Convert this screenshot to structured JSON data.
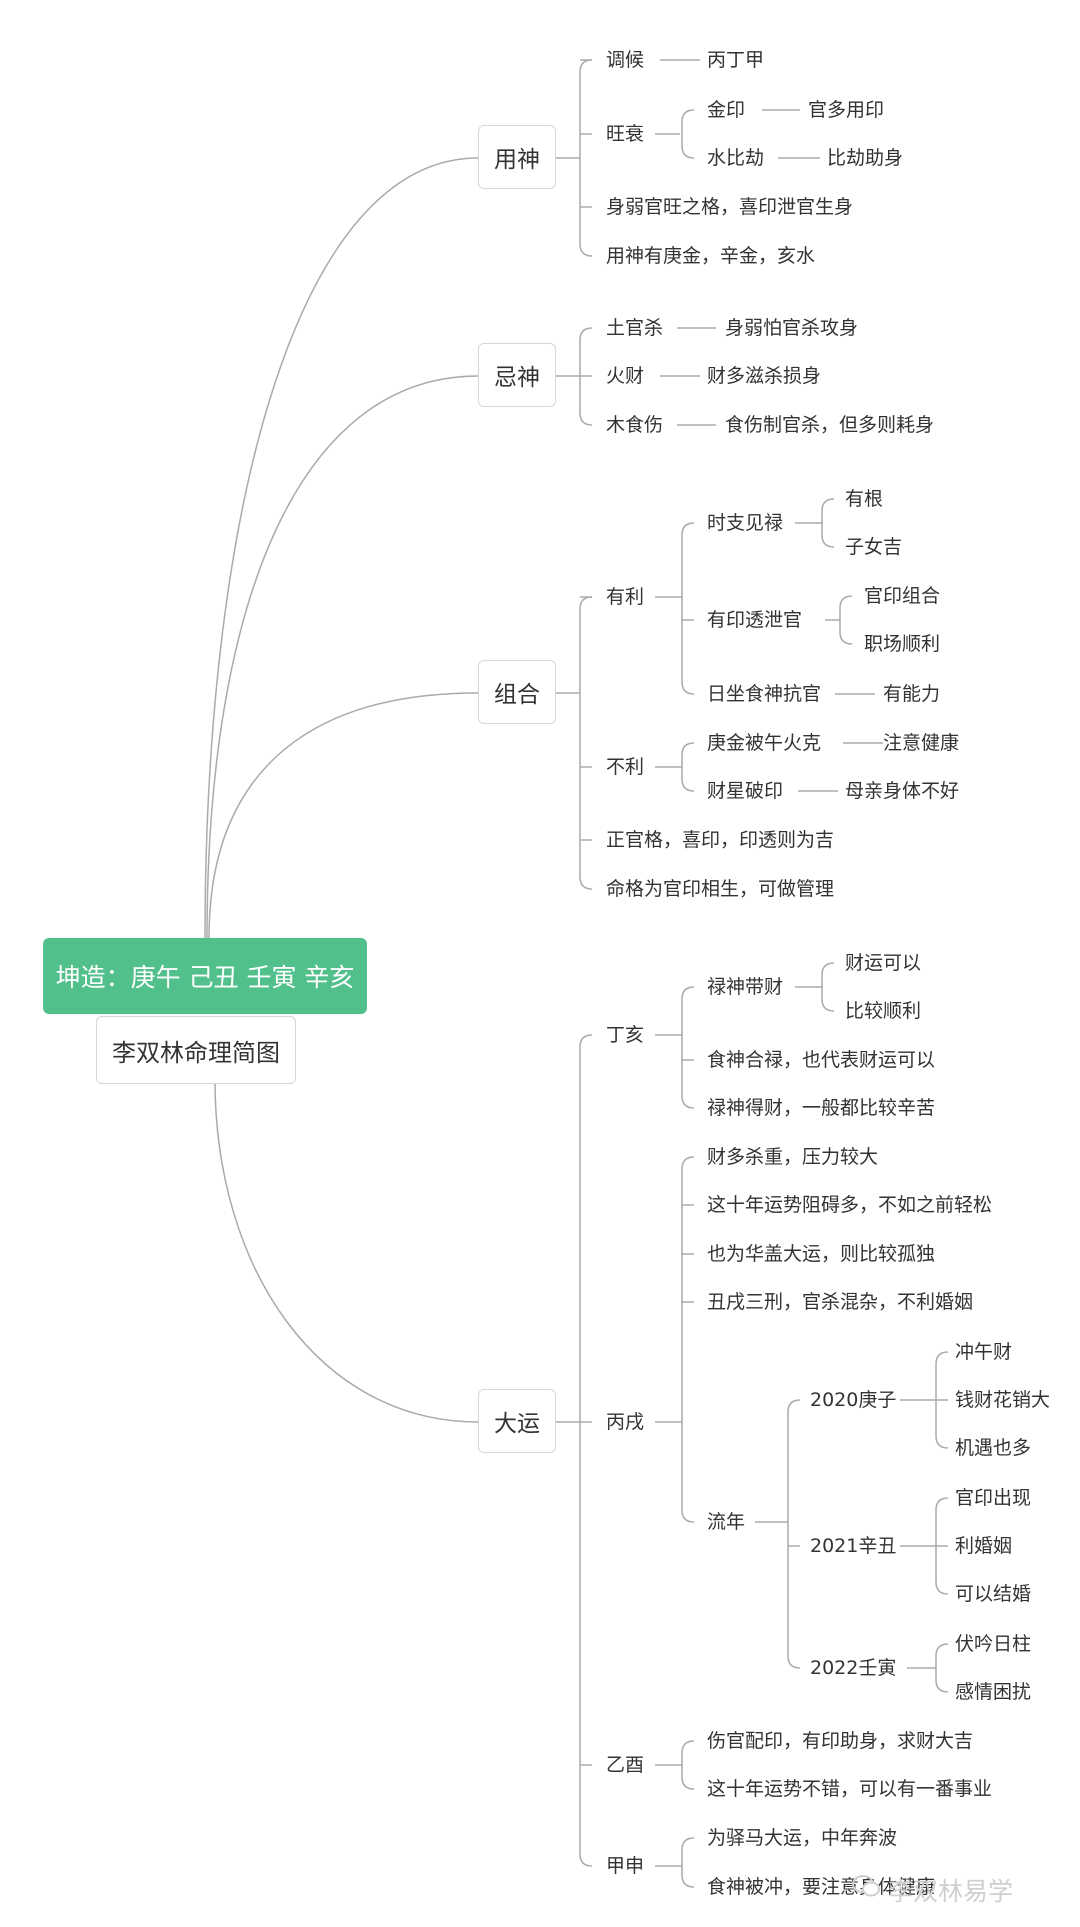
{
  "root": {
    "title": "坤造：庚午 己丑 壬寅 辛亥",
    "subtitle": "李双林命理简图"
  },
  "branches": {
    "yongshen": {
      "label": "用神",
      "items": {
        "tiaohou": {
          "label": "调候",
          "value": "丙丁甲"
        },
        "wangshuai": {
          "label": "旺衰",
          "jinyin": {
            "label": "金印",
            "value": "官多用印"
          },
          "shuibijie": {
            "label": "水比劫",
            "value": "比劫助身"
          }
        },
        "note1": "身弱官旺之格，喜印泄官生身",
        "note2": "用神有庚金，辛金，亥水"
      }
    },
    "jishen": {
      "label": "忌神",
      "items": {
        "tuguansha": {
          "label": "土官杀",
          "value": "身弱怕官杀攻身"
        },
        "huocai": {
          "label": "火财",
          "value": "财多滋杀损身"
        },
        "mushishang": {
          "label": "木食伤",
          "value": "食伤制官杀，但多则耗身"
        }
      }
    },
    "zuhe": {
      "label": "组合",
      "youli": {
        "label": "有利",
        "shizhi": {
          "label": "时支见禄",
          "a": "有根",
          "b": "子女吉"
        },
        "youyin": {
          "label": "有印透泄官",
          "a": "官印组合",
          "b": "职场顺利"
        },
        "rizuo": {
          "label": "日坐食神抗官",
          "value": "有能力"
        }
      },
      "buli": {
        "label": "不利",
        "gengjin": {
          "label": "庚金被午火克",
          "value": "注意健康"
        },
        "caixing": {
          "label": "财星破印",
          "value": "母亲身体不好"
        }
      },
      "note1": "正官格，喜印，印透则为吉",
      "note2": "命格为官印相生，可做管理"
    },
    "dayun": {
      "label": "大运",
      "dinghai": {
        "label": "丁亥",
        "lushen": {
          "label": "禄神带财",
          "a": "财运可以",
          "b": "比较顺利"
        },
        "note1": "食神合禄，也代表财运可以",
        "note2": "禄神得财，一般都比较辛苦"
      },
      "bingxu": {
        "label": "丙戌",
        "note1": "财多杀重，压力较大",
        "note2": "这十年运势阻碍多，不如之前轻松",
        "note3": "也为华盖大运，则比较孤独",
        "note4": "丑戌三刑，官杀混杂，不利婚姻",
        "liunian": {
          "label": "流年",
          "y2020": {
            "label": "2020庚子",
            "a": "冲午财",
            "b": "钱财花销大",
            "c": "机遇也多"
          },
          "y2021": {
            "label": "2021辛丑",
            "a": "官印出现",
            "b": "利婚姻",
            "c": "可以结婚"
          },
          "y2022": {
            "label": "2022壬寅",
            "a": "伏吟日柱",
            "b": "感情困扰"
          }
        }
      },
      "yiyou": {
        "label": "乙酉",
        "note1": "伤官配印，有印助身，求财大吉",
        "note2": "这十年运势不错，可以有一番事业"
      },
      "jiashen": {
        "label": "甲申",
        "note1": "为驿马大运，中年奔波",
        "note2": "食神被冲，要注意身体健康"
      }
    }
  },
  "watermark": "李双林易学",
  "colors": {
    "root_bg": "#52c08b",
    "line": "#aaaaaa",
    "text": "#333333"
  }
}
